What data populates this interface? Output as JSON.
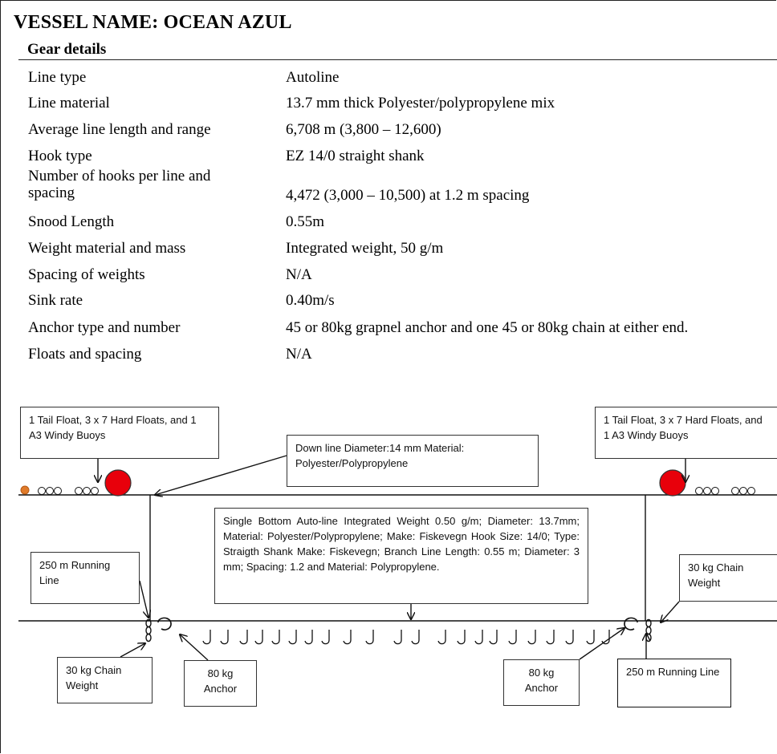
{
  "vessel_title": "VESSEL NAME: OCEAN AZUL",
  "section_title": "Gear details",
  "gear_rows": [
    {
      "label": "Line type",
      "value": "Autoline"
    },
    {
      "label": "Line material",
      "value": "13.7 mm thick Polyester/polypropylene mix"
    },
    {
      "label": "Average line length and range",
      "value": "6,708 m (3,800 – 12,600)"
    },
    {
      "label": "Hook type",
      "value": "EZ 14/0 straight shank"
    },
    {
      "label": "Number of hooks per line and",
      "label_line2": "spacing",
      "value": "4,472 (3,000 – 10,500) at 1.2 m spacing"
    },
    {
      "label": "Snood Length",
      "value": "0.55m"
    },
    {
      "label": "Weight material and mass",
      "value": "Integrated weight, 50 g/m"
    },
    {
      "label": "Spacing of weights",
      "value": "N/A"
    },
    {
      "label": "Sink rate",
      "value": "0.40m/s"
    },
    {
      "label": "Anchor type and number",
      "value": "45 or 80kg grapnel anchor and one 45 or 80kg chain at either end."
    },
    {
      "label": "Floats and spacing",
      "value": "N/A"
    }
  ],
  "diagram": {
    "floats_left": "1 Tail Float, 3 x 7 Hard Floats, and 1 A3 Windy Buoys",
    "floats_right": "1 Tail Float, 3 x 7 Hard Floats, and 1 A3 Windy Buoys",
    "down_line": "Down line Diameter:14 mm Material: Polyester/Polypropylene",
    "main_line": "Single Bottom Auto-line Integrated Weight 0.50 g/m; Diameter: 13.7mm; Material: Polyester/Polypropylene; Make: Fiskevegn Hook Size: 14/0; Type: Straigth Shank Make: Fiskevegn; Branch Line Length: 0.55 m; Diameter: 3 mm; Spacing: 1.2 and Material: Polypropylene.",
    "running_line_left": "250 m Running Line",
    "running_line_right": "250 m Running Line",
    "chain_left": "30 kg Chain Weight",
    "chain_right": "30 kg Chain Weight",
    "anchor_left": "80 kg Anchor",
    "anchor_right": "80 kg Anchor",
    "colors": {
      "buoy": "#e8000b",
      "tail_float": "#e07b2a",
      "line": "#111111"
    }
  }
}
